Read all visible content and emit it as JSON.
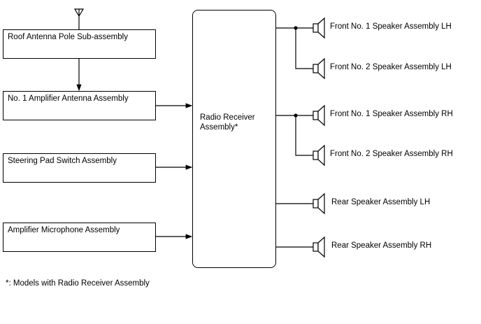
{
  "inputs": [
    {
      "label": "Roof Antenna Pole Sub-assembly"
    },
    {
      "label": "No. 1 Amplifier Antenna Assembly"
    },
    {
      "label": "Steering Pad Switch Assembly"
    },
    {
      "label": "Amplifier Microphone Assembly"
    }
  ],
  "receiver": {
    "line1": "Radio Receiver",
    "line2": "Assembly*"
  },
  "speakers": [
    {
      "label": "Front No. 1 Speaker Assembly LH"
    },
    {
      "label": "Front No. 2 Speaker Assembly LH"
    },
    {
      "label": "Front No. 1 Speaker Assembly RH"
    },
    {
      "label": "Front No. 2 Speaker Assembly RH"
    },
    {
      "label": "Rear Speaker Assembly LH"
    },
    {
      "label": "Rear Speaker Assembly RH"
    }
  ],
  "footnote": "*: Models with Radio Receiver Assembly",
  "icons": [
    "antenna-icon",
    "speaker-icon"
  ]
}
